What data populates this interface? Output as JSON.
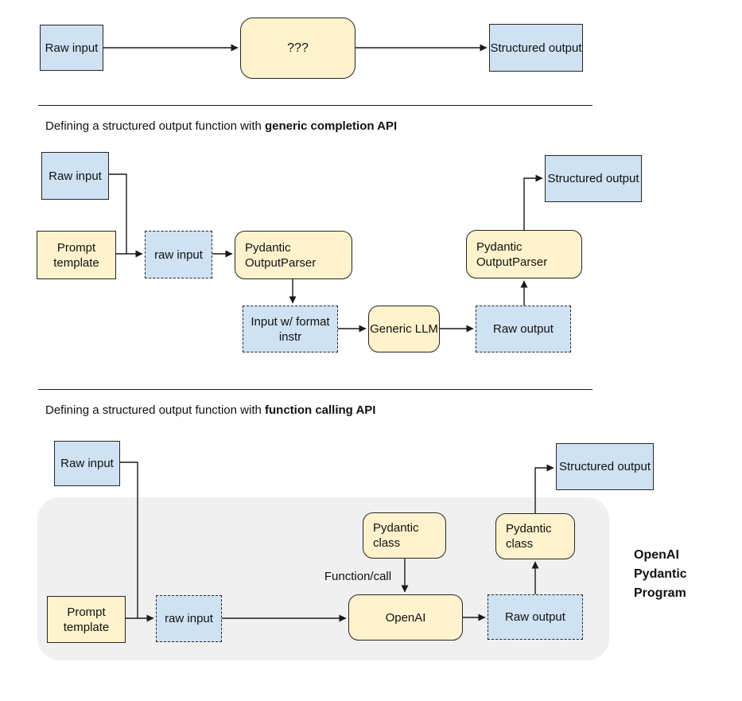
{
  "colors": {
    "box_blue": "#cfe2f3",
    "box_yellow": "#fff2cc",
    "panel_gray": "#f0f0f0",
    "line_black": "#1a1a1a"
  },
  "basic": {
    "nodes": {
      "raw_input": "Raw input",
      "mystery": "???",
      "structured_output": "Structured output"
    }
  },
  "generic_api": {
    "title_prefix": "Defining a structured output function with ",
    "title_bold": "generic completion API",
    "nodes": {
      "raw_input": "Raw input",
      "prompt_template": "Prompt template",
      "raw_input_small": "raw input",
      "pydantic_parser_in": "Pydantic OutputParser",
      "input_format": "Input w/ format instr",
      "generic_llm": "Generic LLM",
      "raw_output": "Raw output",
      "pydantic_parser_out": "Pydantic OutputParser",
      "structured_output": "Structured output"
    }
  },
  "function_api": {
    "title_prefix": "Defining a structured output function with ",
    "title_bold": "function calling API",
    "nodes": {
      "raw_input": "Raw input",
      "prompt_template": "Prompt template",
      "raw_input_small": "raw input",
      "pydantic_class_in": "Pydantic class",
      "function_call": "Function/call",
      "openai": "OpenAI",
      "raw_output": "Raw output",
      "pydantic_class_out": "Pydantic class",
      "structured_output": "Structured output",
      "side_label": "OpenAI Pydantic Program"
    }
  }
}
